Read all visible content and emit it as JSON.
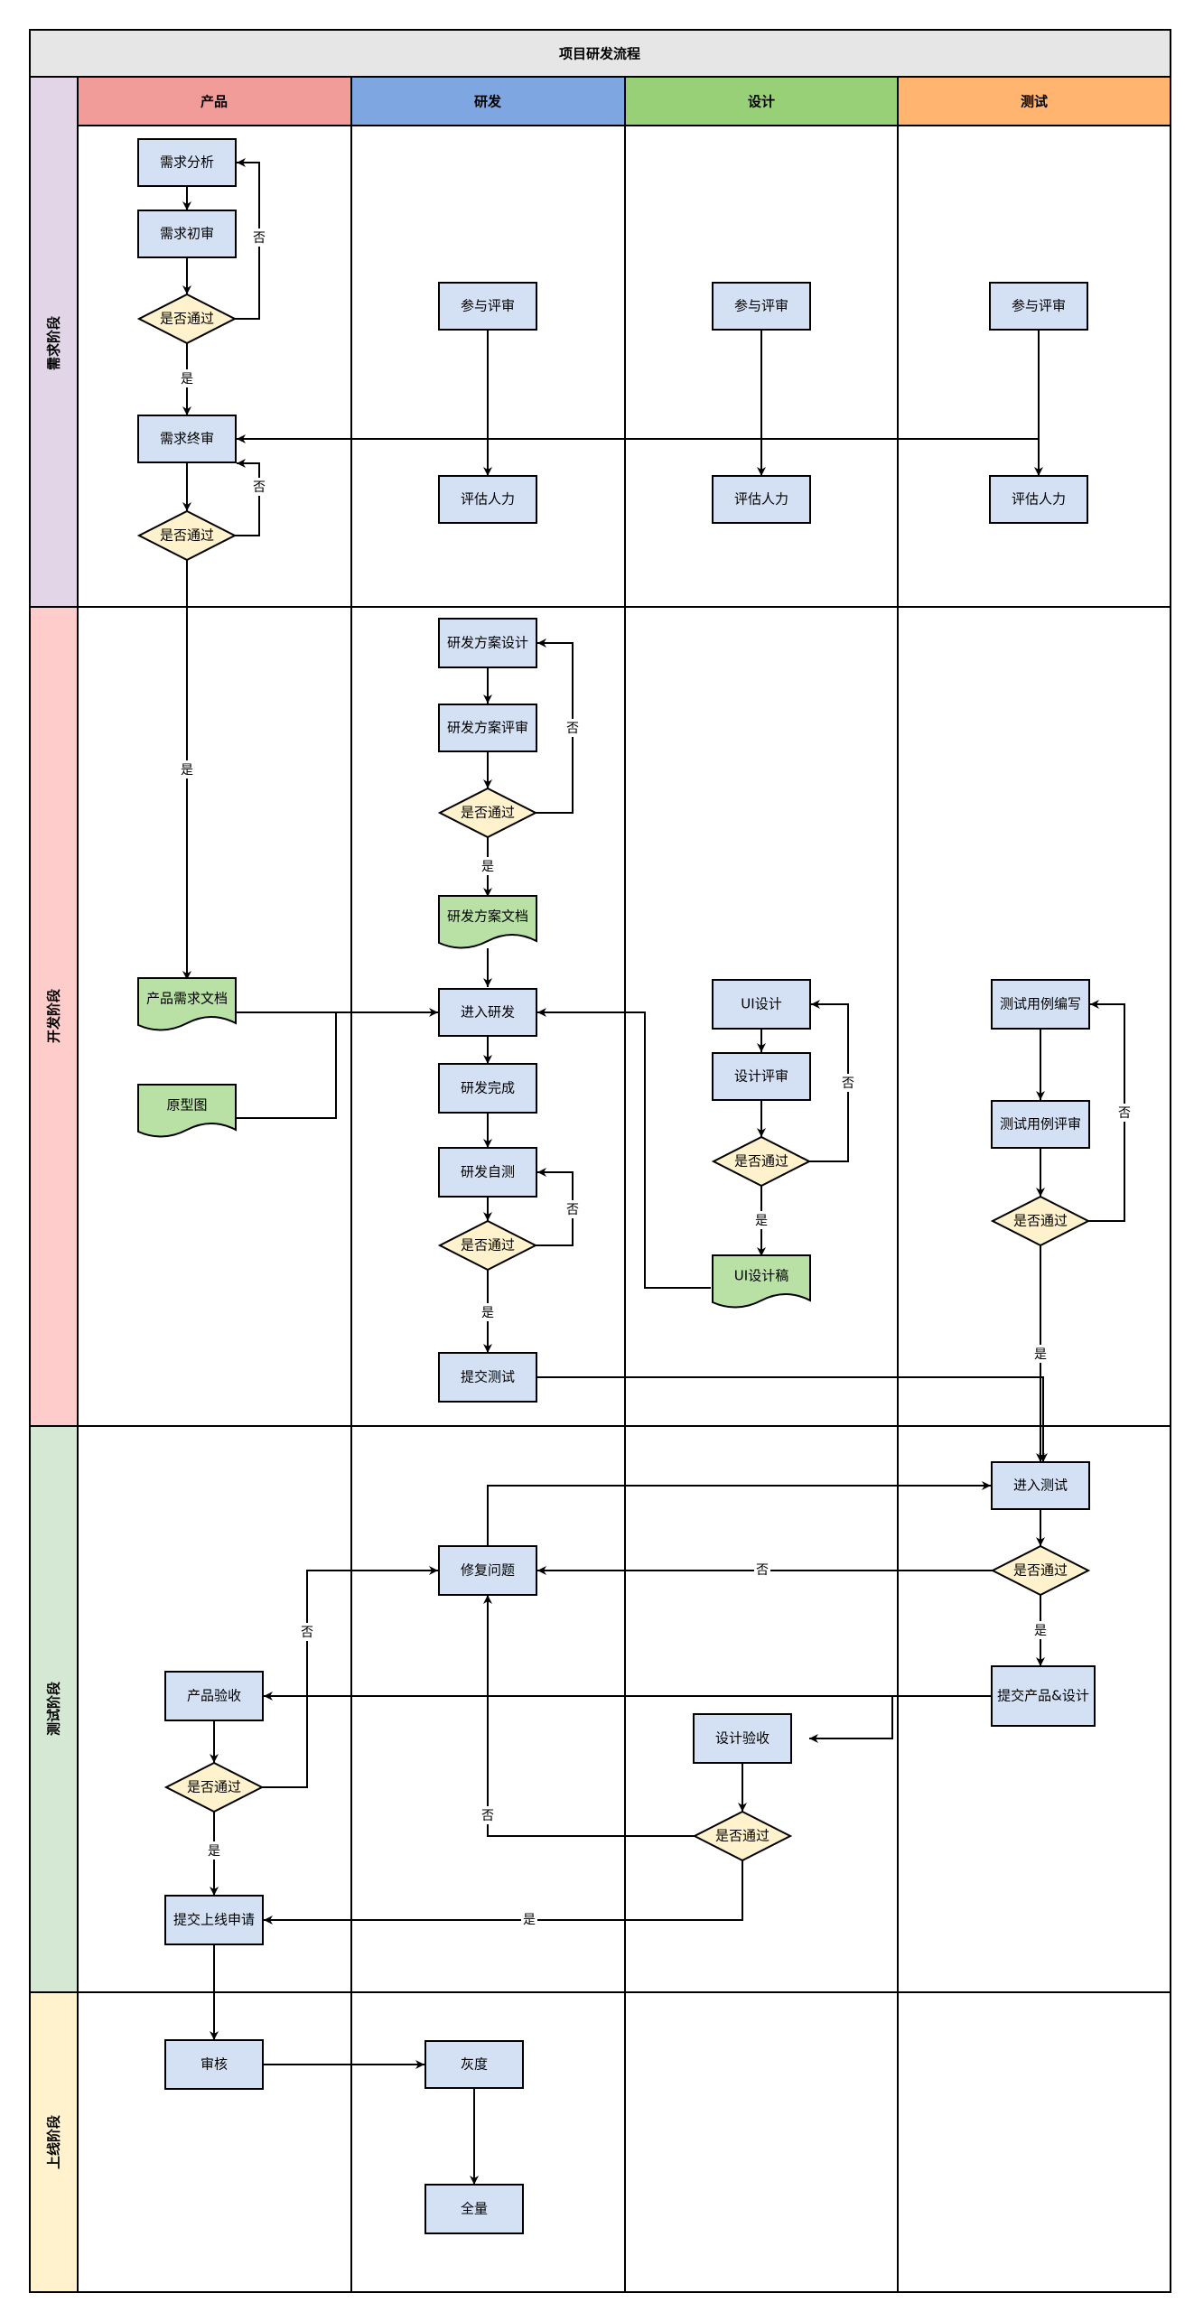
{
  "title": "项目研发流程",
  "columns": [
    {
      "label": "产品",
      "color": "#F19C99"
    },
    {
      "label": "研发",
      "color": "#7EA6E0"
    },
    {
      "label": "设计",
      "color": "#97D077"
    },
    {
      "label": "测试",
      "color": "#FFB570"
    }
  ],
  "rows": [
    {
      "label": "需求阶段",
      "color": "#E1D5E7"
    },
    {
      "label": "开发阶段",
      "color": "#FFCCCC"
    },
    {
      "label": "测试阶段",
      "color": "#D5E8D4"
    },
    {
      "label": "上线阶段",
      "color": "#FFF2CC"
    }
  ],
  "colors": {
    "process_fill": "#D4E1F5",
    "decision_fill": "#FFF2CC",
    "document_fill": "#B9E0A5",
    "header_fill": "#E6E6E6",
    "line": "#000000"
  },
  "nodes": {
    "xqfx": "需求分析",
    "xqcs": "需求初审",
    "d1": "是否通过",
    "xqzs": "需求终审",
    "d2": "是否通过",
    "yf_cyps": "参与评审",
    "yf_pgrl": "评估人力",
    "sj_cyps": "参与评审",
    "sj_pgrl": "评估人力",
    "cs_cyps": "参与评审",
    "cs_pgrl": "评估人力",
    "yffasj": "研发方案设计",
    "yffaps": "研发方案评审",
    "d3": "是否通过",
    "yffawd": "研发方案文档",
    "cpxqwd": "产品需求文档",
    "yxt": "原型图",
    "jryf": "进入研发",
    "yfwc": "研发完成",
    "yfzc": "研发自测",
    "d4": "是否通过",
    "tjcs": "提交测试",
    "uisj": "UI设计",
    "sjps": "设计评审",
    "d5": "是否通过",
    "uisjg": "UI设计稿",
    "csylbx": "测试用例编写",
    "csylps": "测试用例评审",
    "d6": "是否通过",
    "jrcs": "进入测试",
    "d7": "是否通过",
    "xfwt": "修复问题",
    "tjcpsj": "提交产品&设计",
    "cpys": "产品验收",
    "d8": "是否通过",
    "sjys": "设计验收",
    "d9": "是否通过",
    "tjsxsq": "提交上线申请",
    "sh": "审核",
    "hd": "灰度",
    "ql": "全量"
  },
  "edge_labels": {
    "yes": "是",
    "no": "否"
  }
}
